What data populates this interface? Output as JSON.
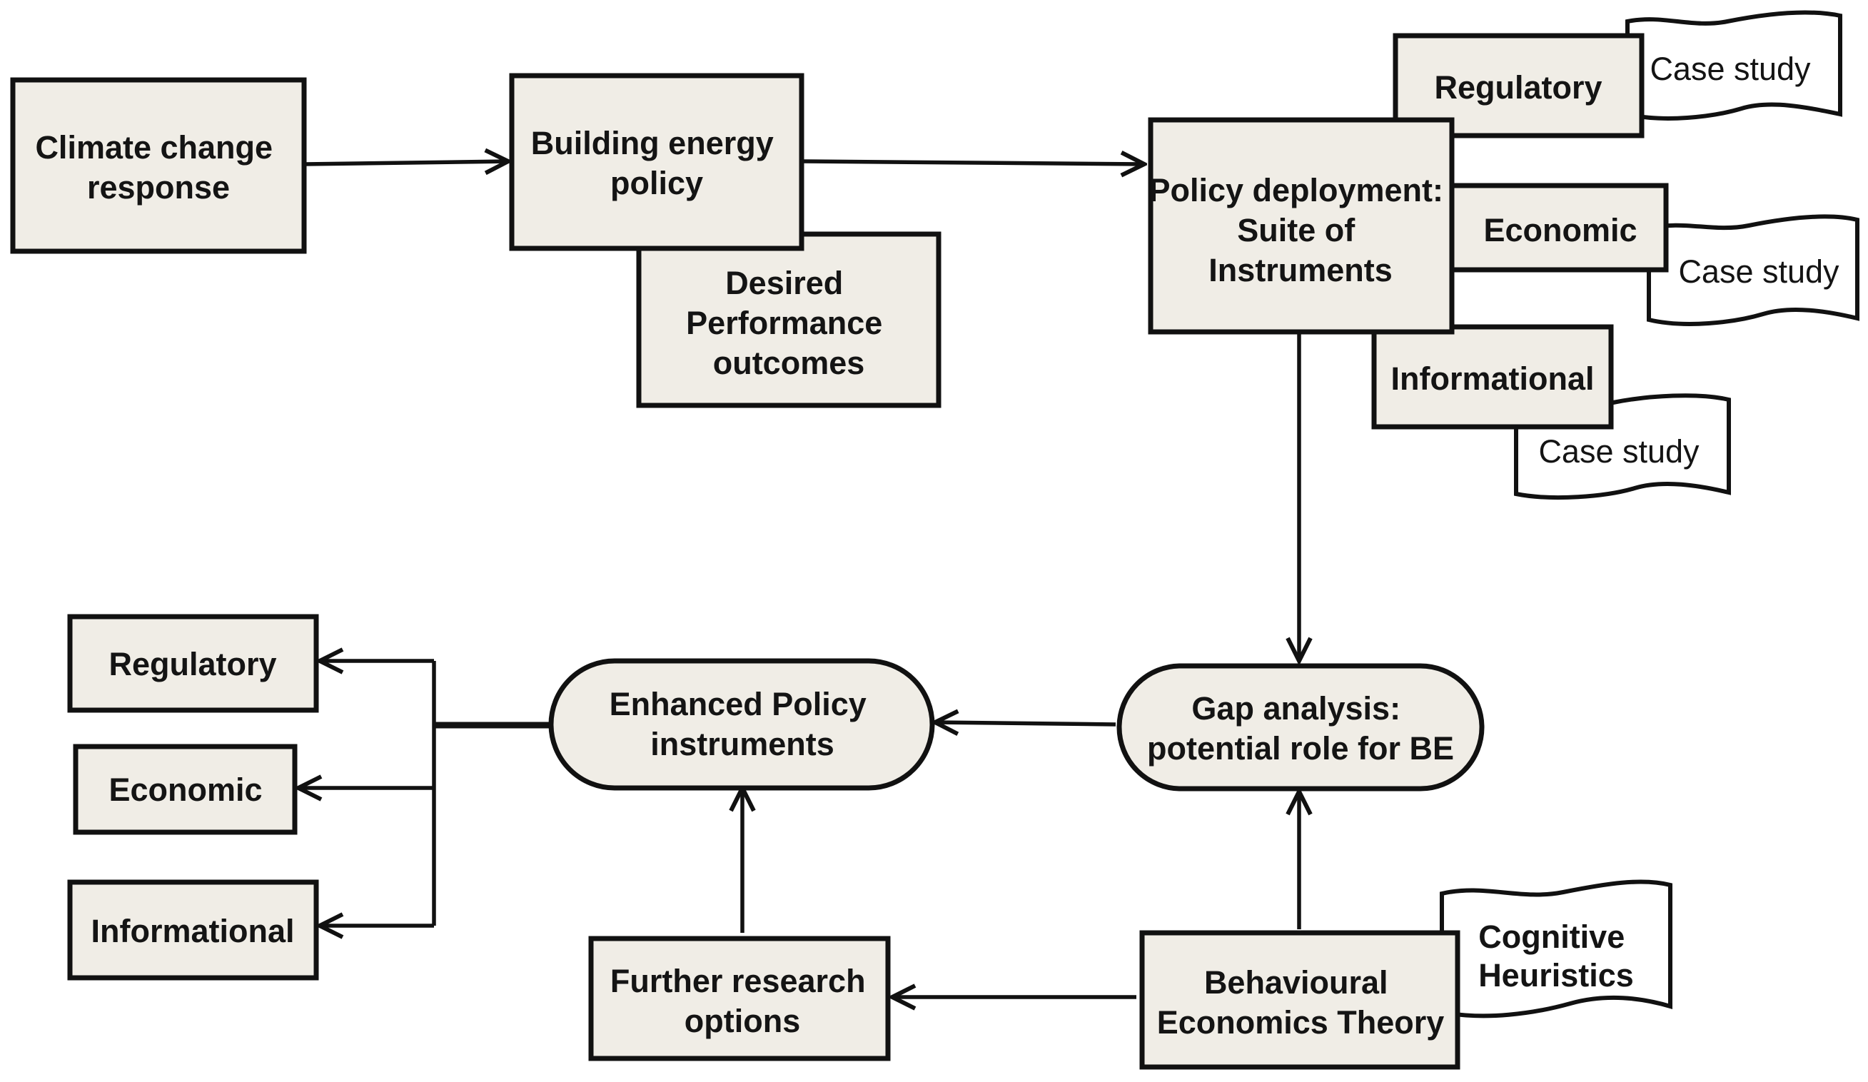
{
  "nodes": {
    "climate": {
      "lines": [
        "Climate change",
        "response"
      ]
    },
    "building_policy": {
      "lines": [
        "Building energy",
        "policy"
      ]
    },
    "desired": {
      "lines": [
        "Desired",
        "Performance",
        "outcomes"
      ]
    },
    "deployment": {
      "lines": [
        "Policy deployment:",
        "Suite of",
        "Instruments"
      ]
    },
    "top_regulatory": {
      "lines": [
        "Regulatory"
      ]
    },
    "top_economic": {
      "lines": [
        "Economic"
      ]
    },
    "top_informational": {
      "lines": [
        "Informational"
      ]
    },
    "case_study_1": {
      "lines": [
        "Case study"
      ]
    },
    "case_study_2": {
      "lines": [
        "Case study"
      ]
    },
    "case_study_3": {
      "lines": [
        "Case study"
      ]
    },
    "gap": {
      "lines": [
        "Gap analysis:",
        "potential role for BE"
      ]
    },
    "enhanced": {
      "lines": [
        "Enhanced Policy",
        "instruments"
      ]
    },
    "left_regulatory": {
      "lines": [
        "Regulatory"
      ]
    },
    "left_economic": {
      "lines": [
        "Economic"
      ]
    },
    "left_informational": {
      "lines": [
        "Informational"
      ]
    },
    "further": {
      "lines": [
        "Further research",
        "options"
      ]
    },
    "be_theory": {
      "lines": [
        "Behavioural",
        "Economics Theory"
      ]
    },
    "heuristics": {
      "lines": [
        "Cognitive",
        "Heuristics"
      ]
    }
  },
  "colors": {
    "box_fill": "#f0ede6",
    "stroke": "#111111",
    "document_fill": "#ffffff"
  }
}
